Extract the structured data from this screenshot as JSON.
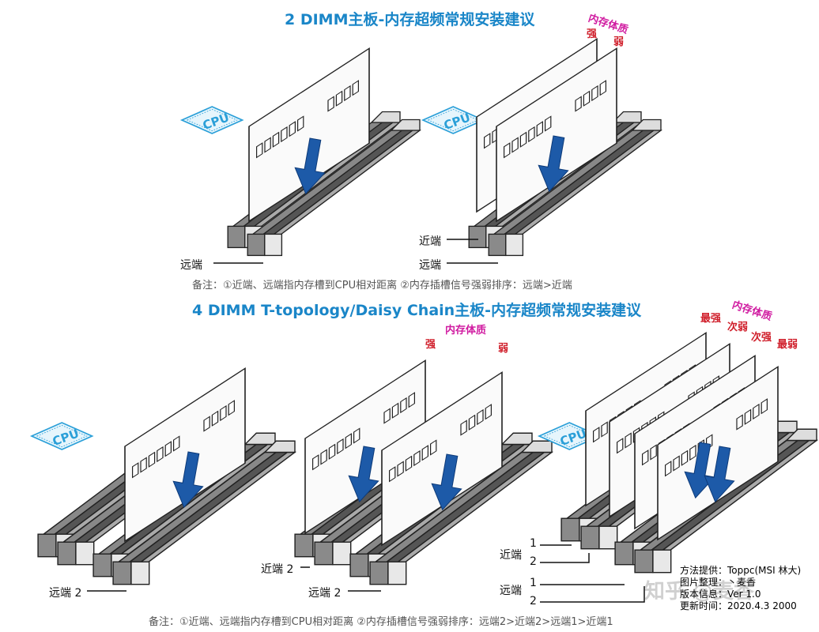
{
  "titles": {
    "two_dimm": "2 DIMM主板-内存超频常规安装建议",
    "four_dimm": "4 DIMM T-topology/Daisy Chain主板-内存超频常规安装建议"
  },
  "notes": {
    "two_dimm": "备注：①近端、远端指内存槽到CPU相对距离 ②内存插槽信号强弱排序：远端>近端",
    "four_dimm": "备注：①近端、远端指内存槽到CPU相对距离 ②内存插槽信号强弱排序：远端2>近端2>远端1>近端1"
  },
  "cpu_label": "CPU",
  "labels": {
    "far": "远端",
    "near": "近端",
    "far2": "远端 2",
    "near2": "近端 2",
    "one": "1",
    "two": "2"
  },
  "quality": {
    "header": "内存体质",
    "strong": "强",
    "weak": "弱",
    "strongest": "最强",
    "second_weak": "次弱",
    "second_strong": "次强",
    "weakest": "最弱"
  },
  "credits": {
    "method": "方法提供：Toppc(MSI 林大)",
    "image": "图片整理：丶麦香",
    "version": "版本信息：Ver 1.0",
    "updated": "更新时间：2020.4.3 2000"
  },
  "watermark": "知乎 @麦香",
  "colors": {
    "title_blue": "#1a86c8",
    "cpu_blue": "#2a9fd8",
    "arrow_blue": "#1d5aa8",
    "strong_red": "#d0202c",
    "quality_magenta": "#d01aa0"
  }
}
